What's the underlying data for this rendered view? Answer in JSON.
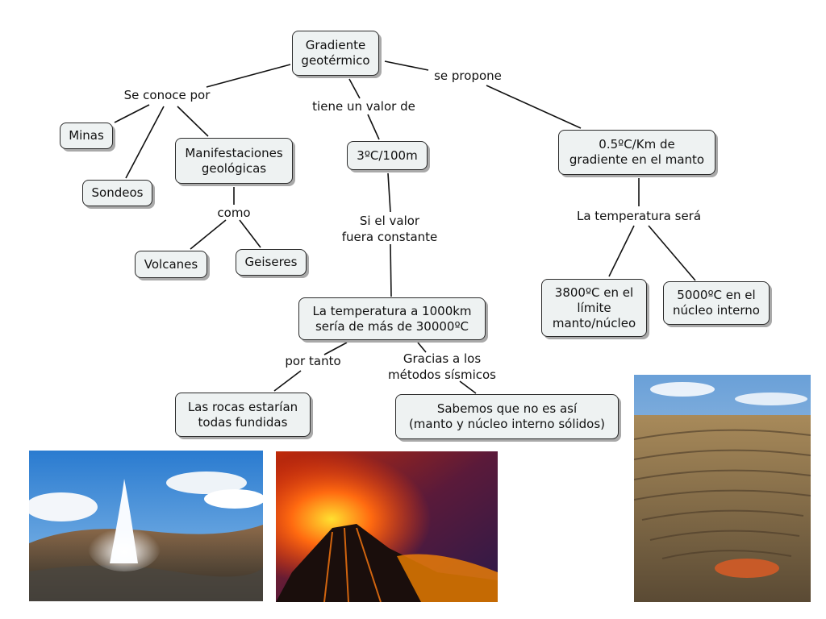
{
  "nodes": {
    "root": "Gradiente\ngeotérmico",
    "minas": "Minas",
    "sondeos": "Sondeos",
    "manifestaciones": "Manifestaciones\ngeológicas",
    "volcanes": "Volcanes",
    "geiseres": "Geiseres",
    "valor": "3ºC/100m",
    "gradiente_manto": "0.5ºC/Km de\ngradiente en el manto",
    "temp_1000km": "La temperatura a 1000km\nsería de más de 30000ºC",
    "limite": "3800ºC en el\nlímite\nmanto/núcleo",
    "nucleo": "5000ºC en el\nnúcleo interno",
    "rocas": "Las rocas estarían\ntodas fundidas",
    "sabemos": "Sabemos que no es así\n(manto y núcleo interno sólidos)"
  },
  "links": {
    "se_conoce": "Se conoce por",
    "tiene_valor": "tiene un valor de",
    "se_propone": "se propone",
    "como": "como",
    "si_valor": "Si el valor\nfuera constante",
    "temp_sera": "La temperatura será",
    "por_tanto": "por tanto",
    "gracias": "Gracias a los\nmétodos sísmicos"
  },
  "images": {
    "geyser": "geyser-photo",
    "volcano": "volcano-photo",
    "mine": "open-pit-mine-photo"
  }
}
